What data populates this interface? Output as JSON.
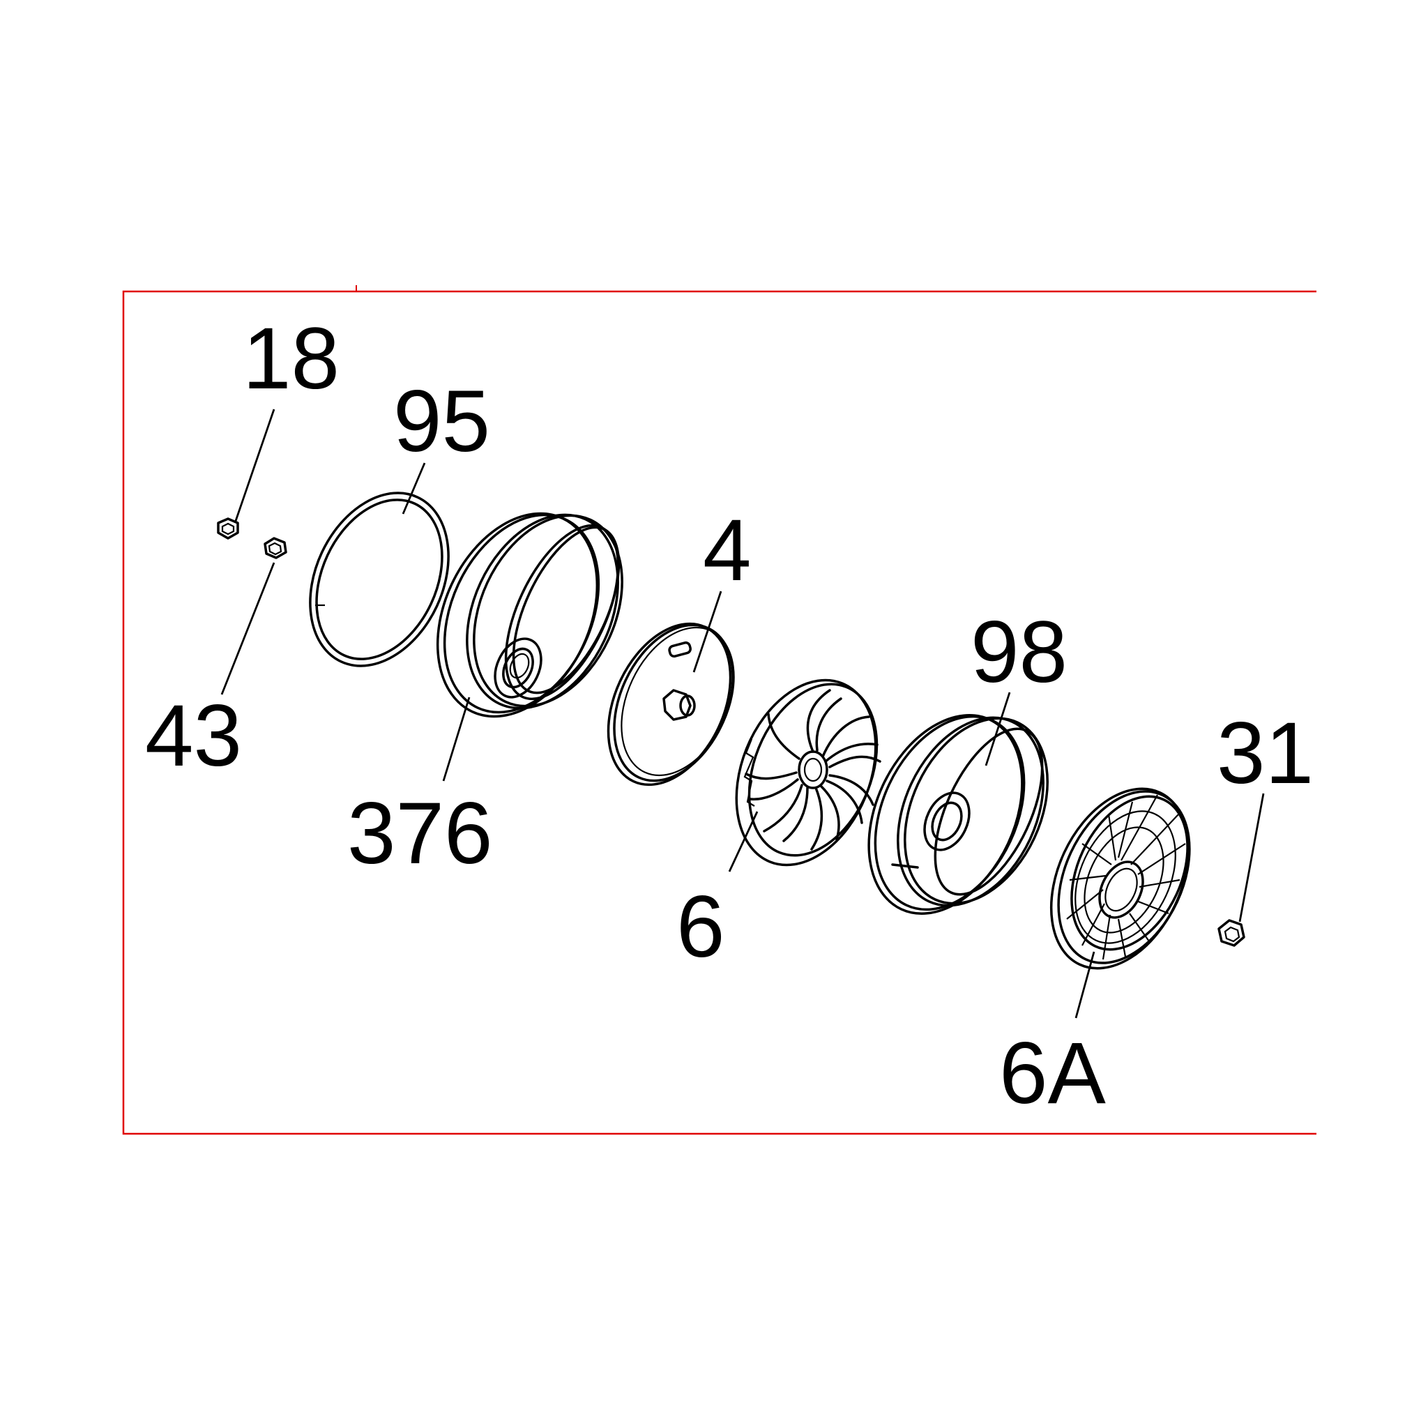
{
  "frame": {
    "border_color": "#e00000"
  },
  "callouts": {
    "c18": "18",
    "c95": "95",
    "c43": "43",
    "c376": "376",
    "c4": "4",
    "c6": "6",
    "c98": "98",
    "c31": "31",
    "c6a": "6A"
  },
  "parts": [
    {
      "ref": "18",
      "icon": "hex-nut"
    },
    {
      "ref": "43",
      "icon": "hex-nut"
    },
    {
      "ref": "95",
      "icon": "o-ring"
    },
    {
      "ref": "376",
      "icon": "end-cover"
    },
    {
      "ref": "4",
      "icon": "disc-plate"
    },
    {
      "ref": "6",
      "icon": "impeller"
    },
    {
      "ref": "98",
      "icon": "housing"
    },
    {
      "ref": "6A",
      "icon": "fan-cover"
    },
    {
      "ref": "31",
      "icon": "hex-nut"
    }
  ]
}
